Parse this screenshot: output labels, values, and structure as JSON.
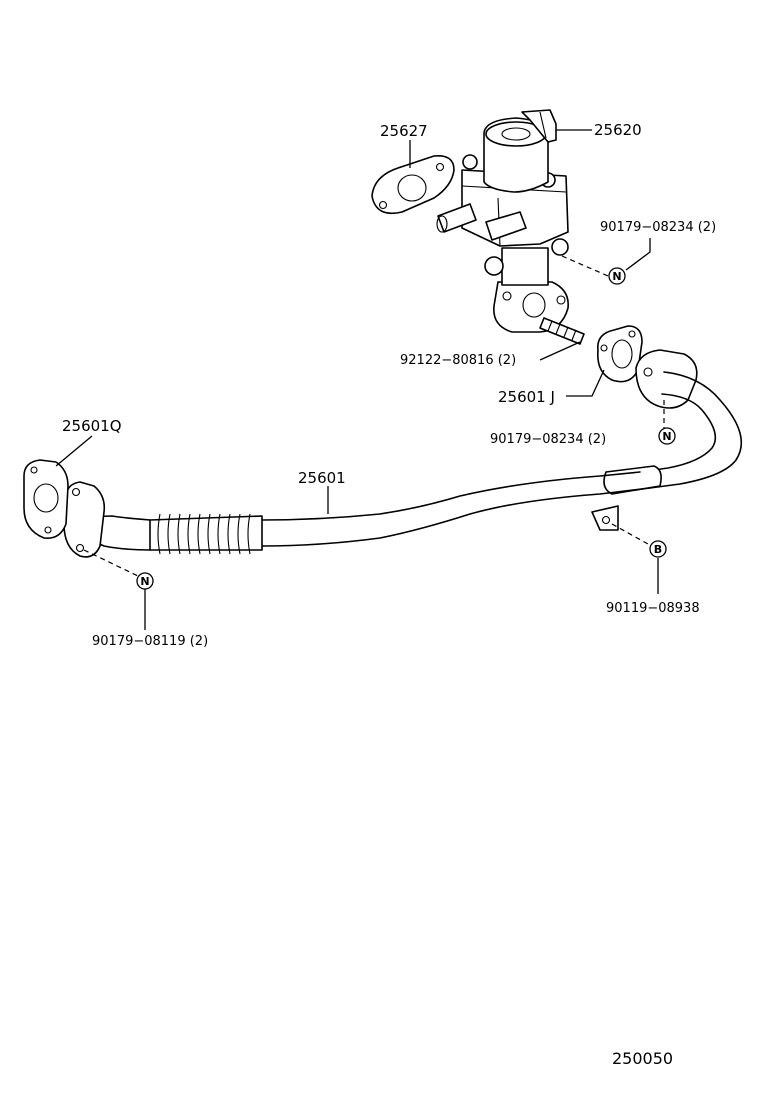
{
  "diagram": {
    "code": "250050",
    "callouts": {
      "valve": "25620",
      "valve_gasket": "25627",
      "bolt_valve": "90179−08234 (2)",
      "stud": "92122−80816 (2)",
      "gasket_j": "25601 J",
      "bolt_pipe_upper": "90179−08234 (2)",
      "gasket_q": "25601Q",
      "pipe": "25601",
      "bolt_pipe_lower": "90179−08119 (2)",
      "bolt_bracket": "90119−08938"
    },
    "symbols": {
      "nut": "N",
      "bolt": "B"
    }
  }
}
